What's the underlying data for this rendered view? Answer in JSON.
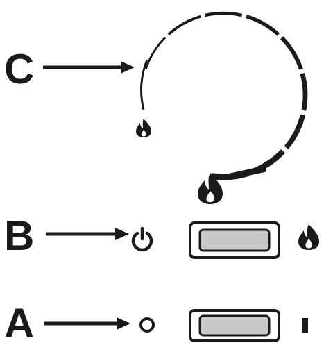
{
  "labels": {
    "c": "C",
    "b": "B",
    "a": "A"
  },
  "control_c": {
    "icon_min": "flame-small-icon",
    "icon_max": "flame-large-icon",
    "segments": 9
  },
  "control_b": {
    "icon_left": "power-icon",
    "icon_right": "flame-icon",
    "button": "rocker-switch"
  },
  "control_a": {
    "icon_left": "off-circle-icon",
    "icon_right": "on-bar-icon",
    "button": "rocker-switch"
  },
  "colors": {
    "ink": "#1a1a1a",
    "switch_fill": "#c8c8c8"
  }
}
